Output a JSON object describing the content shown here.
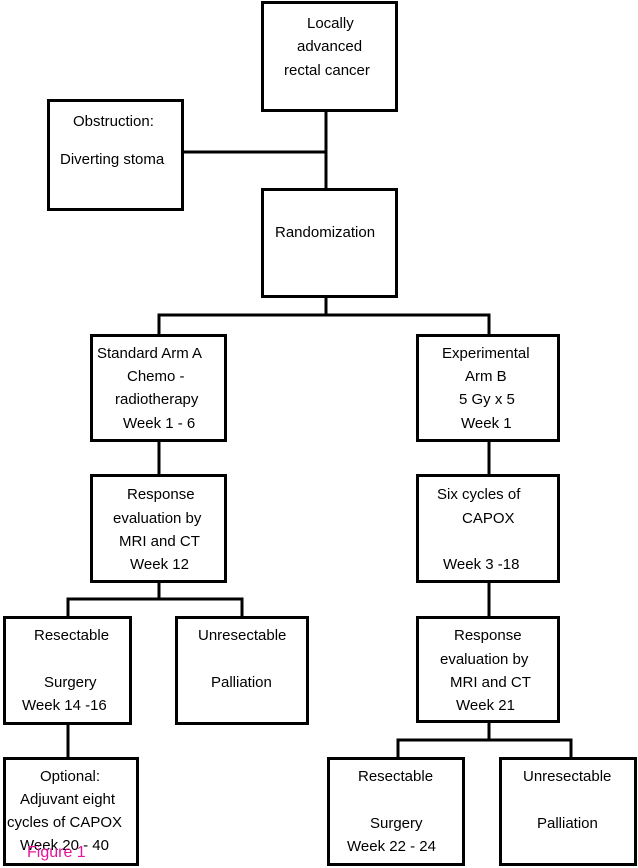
{
  "nodes": {
    "locally_advanced": {
      "lines": [
        "Locally",
        "advanced",
        "rectal cancer"
      ]
    },
    "obstruction": {
      "lines": [
        "Obstruction:",
        "Diverting stoma"
      ]
    },
    "randomization": {
      "lines": [
        "Randomization"
      ]
    },
    "standard_arm": {
      "lines": [
        "Standard Arm A",
        "Chemo -",
        "radiotherapy",
        "Week 1 - 6"
      ]
    },
    "experimental_arm": {
      "lines": [
        "Experimental",
        "Arm B",
        "5 Gy x 5",
        "Week 1"
      ]
    },
    "response_a": {
      "lines": [
        "Response",
        "evaluation by",
        "MRI and CT",
        "Week 12"
      ]
    },
    "six_cycles": {
      "lines": [
        "Six cycles of",
        "CAPOX",
        "Week 3 -18"
      ]
    },
    "resectable_a": {
      "lines": [
        "Resectable",
        "Surgery",
        "Week 14 -16"
      ]
    },
    "unresectable_a": {
      "lines": [
        "Unresectable",
        "Palliation"
      ]
    },
    "response_b": {
      "lines": [
        "Response",
        "evaluation by",
        "MRI and CT",
        "Week 21"
      ]
    },
    "optional": {
      "lines": [
        "Optional:",
        "Adjuvant eight",
        "cycles of CAPOX",
        "Week 20 - 40"
      ]
    },
    "resectable_b": {
      "lines": [
        "Resectable",
        "Surgery",
        "Week 22 - 24"
      ]
    },
    "unresectable_b": {
      "lines": [
        "Unresectable",
        "Palliation"
      ]
    }
  },
  "figure_label": "Figure 1",
  "colors": {
    "stroke": "#000000",
    "figure_label": "#e5149b"
  }
}
